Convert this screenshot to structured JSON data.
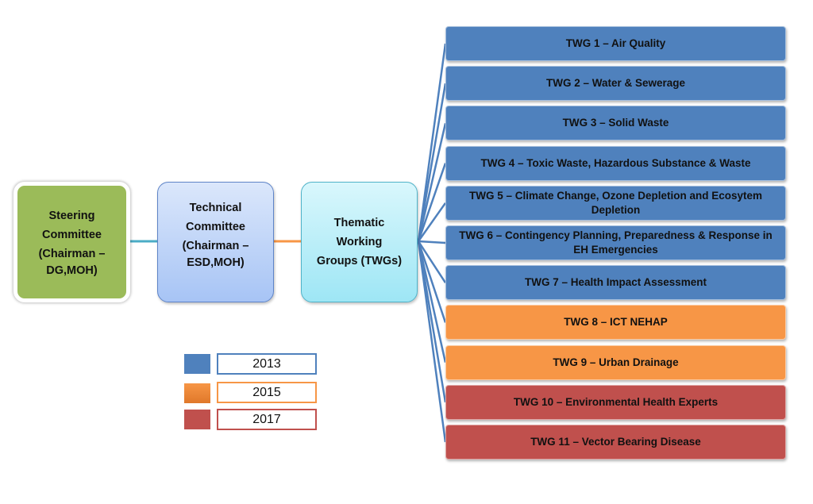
{
  "committees": {
    "steering": {
      "lines": [
        "Steering",
        "Committee",
        "(Chairman –",
        "DG,MOH)"
      ]
    },
    "technical": {
      "lines": [
        "Technical",
        "Committee",
        "(Chairman –",
        "ESD,MOH)"
      ]
    },
    "thematic": {
      "lines": [
        "Thematic",
        "Working",
        "Groups (TWGs)"
      ]
    }
  },
  "colors": {
    "2013": "#4f81bd",
    "2015": "#f79646",
    "2017": "#c0504d",
    "steering": "#9bbb59",
    "link1": "#4bacc6",
    "link2": "#f79646"
  },
  "twgs": [
    {
      "label": "TWG 1 – Air Quality",
      "year": "2013"
    },
    {
      "label": "TWG 2 – Water & Sewerage",
      "year": "2013"
    },
    {
      "label": "TWG 3 – Solid Waste",
      "year": "2013"
    },
    {
      "label": "TWG 4 – Toxic Waste, Hazardous Substance & Waste",
      "year": "2013"
    },
    {
      "label": "TWG 5 – Climate Change, Ozone Depletion and Ecosytem Depletion",
      "year": "2013"
    },
    {
      "label": "TWG 6 – Contingency Planning, Preparedness & Response in EH Emergencies",
      "year": "2013"
    },
    {
      "label": "TWG 7 – Health Impact Assessment",
      "year": "2013"
    },
    {
      "label": "TWG 8 – ICT NEHAP",
      "year": "2015"
    },
    {
      "label": "TWG 9 – Urban Drainage",
      "year": "2015"
    },
    {
      "label": "TWG 10 – Environmental Health Experts",
      "year": "2017"
    },
    {
      "label": "TWG 11 – Vector Bearing Disease",
      "year": "2017"
    }
  ],
  "legend": [
    {
      "label": "2013"
    },
    {
      "label": "2015"
    },
    {
      "label": "2017"
    }
  ]
}
